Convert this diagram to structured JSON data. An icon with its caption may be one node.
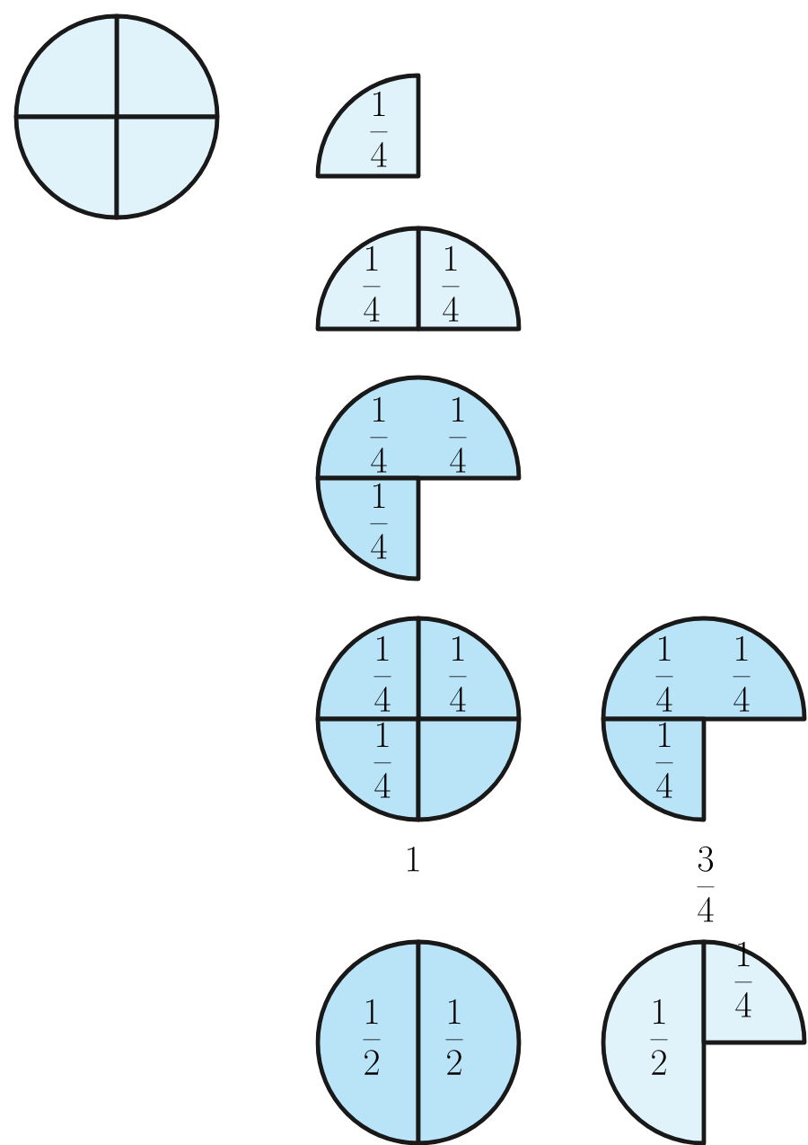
{
  "diagram": {
    "nodes": [
      {
        "text": [],
        "shape": "circle"
      },
      {
        "text": [
          "\\frac{1}{4}"
        ]
      },
      {
        "text": [
          "\\frac{1}{4}",
          "\\frac{1}{4}"
        ]
      },
      {
        "text": [
          "\\frac{1}{4}",
          "\\frac{1}{4}",
          "\\frac{1}{4}"
        ]
      },
      {
        "text": [
          "\\frac{1}{4}",
          "\\frac{1}{4}",
          "\\frac{1}{4}"
        ],
        "beside": [
          "1"
        ]
      },
      {
        "text": [
          "\\frac{1}{4}",
          "\\frac{1}{4}",
          "\\frac{1}{4}"
        ],
        "beside": [
          "\\frac{3}{4}"
        ]
      },
      {
        "text": [
          "\\frac{1}{2}",
          "\\frac{1}{2}"
        ]
      },
      {
        "text": [
          "\\frac{1}{2}",
          "\\frac{1}{4}"
        ]
      }
    ]
  }
}
